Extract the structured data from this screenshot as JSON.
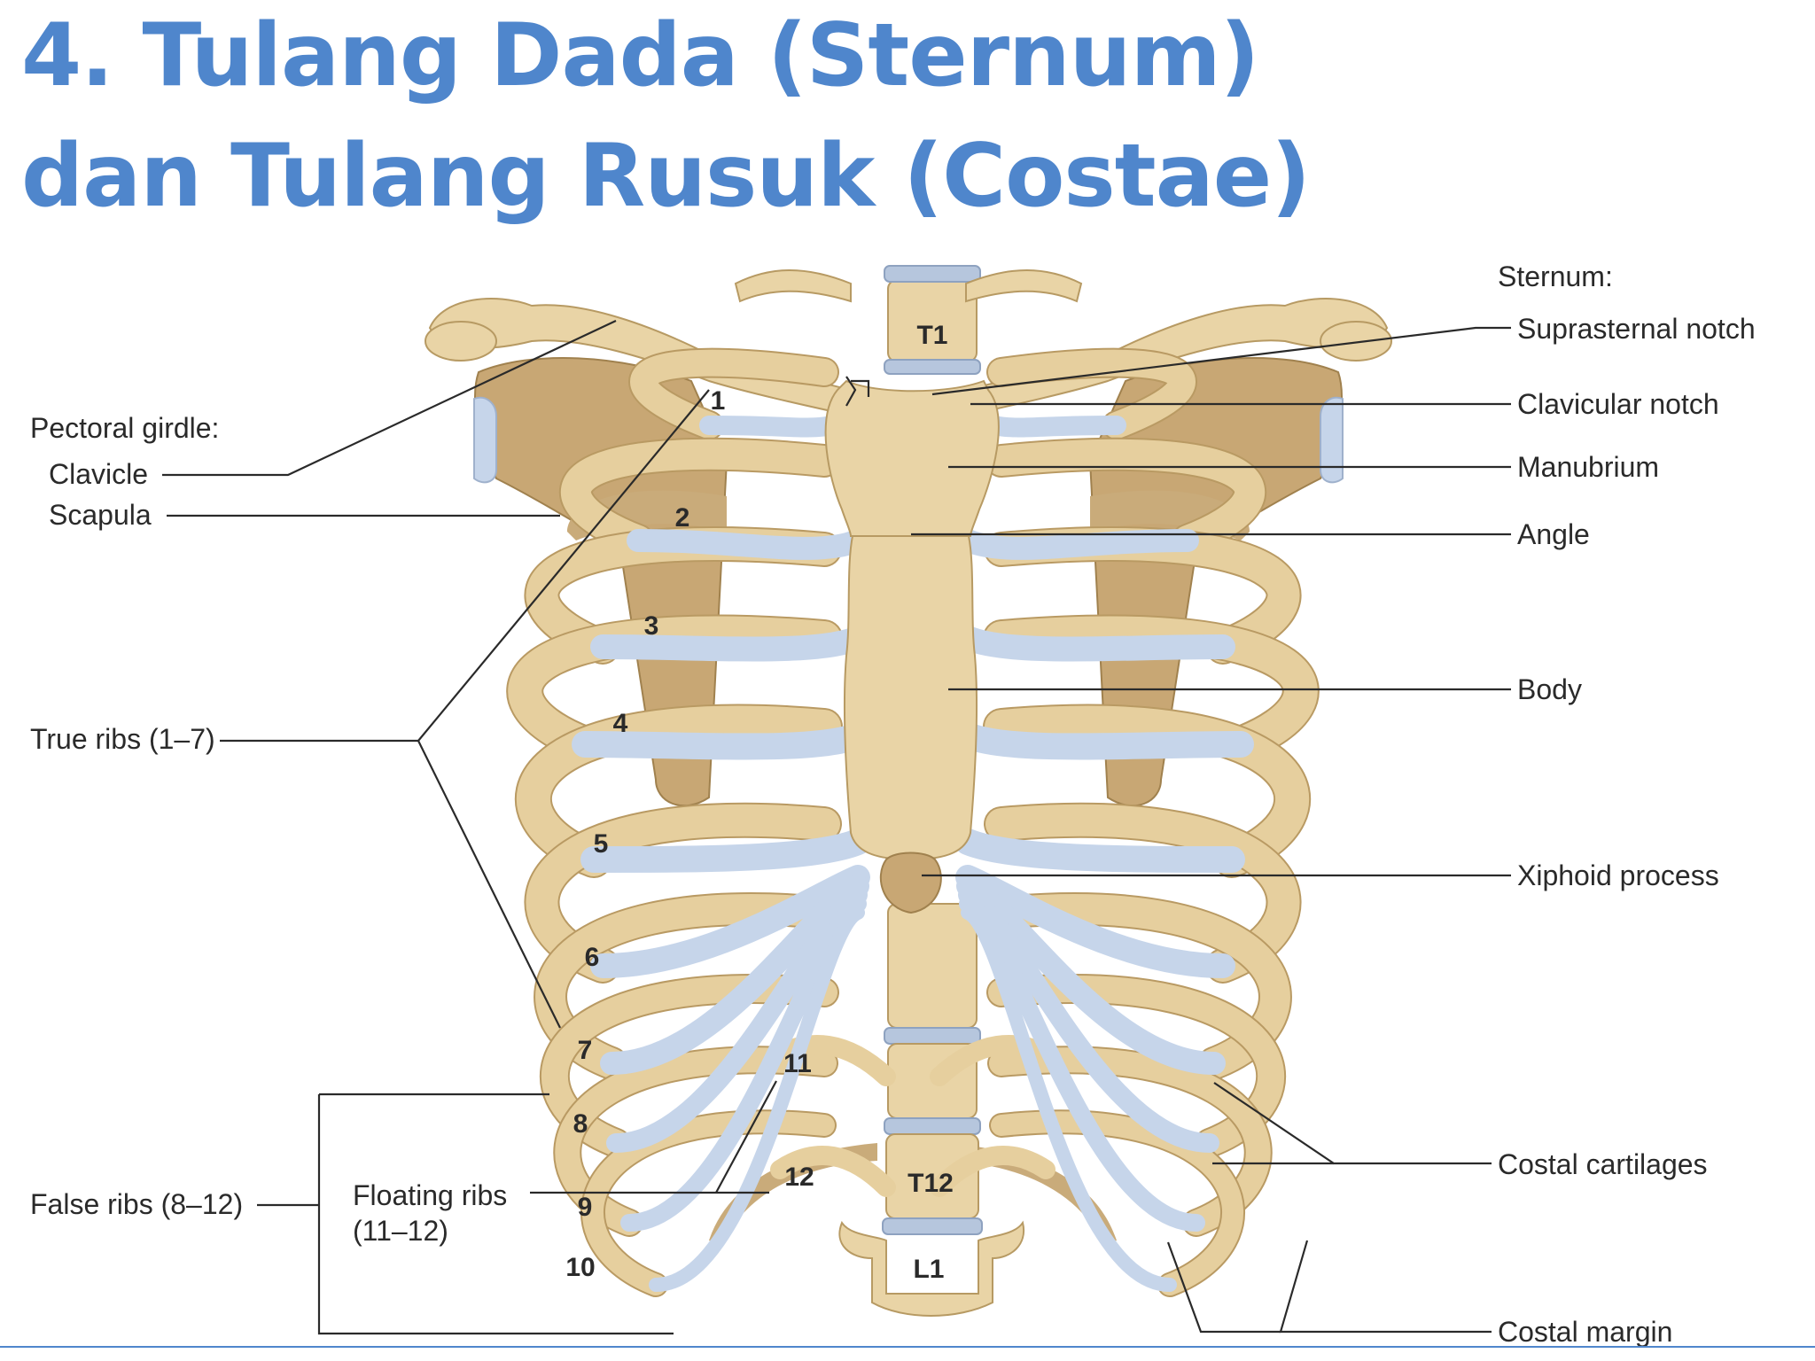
{
  "title": {
    "line1": "4. Tulang Dada (Sternum)",
    "line2": "dan Tulang Rusuk (Costae)"
  },
  "labels": {
    "sternum_heading": "Sternum:",
    "suprasternal_notch": "Suprasternal notch",
    "clavicular_notch": "Clavicular notch",
    "manubrium": "Manubrium",
    "angle": "Angle",
    "body": "Body",
    "xiphoid_process": "Xiphoid process",
    "costal_cartilages": "Costal cartilages",
    "costal_margin": "Costal margin",
    "pectoral_girdle": "Pectoral girdle:",
    "clavicle": "Clavicle",
    "scapula": "Scapula",
    "true_ribs": "True ribs (1–7)",
    "false_ribs": "False ribs (8–12)",
    "floating_ribs_line1": "Floating ribs",
    "floating_ribs_line2": "(11–12)"
  },
  "vertebrae": {
    "t1": "T1",
    "t12": "T12",
    "l1": "L1"
  },
  "rib_numbers": [
    "1",
    "2",
    "3",
    "4",
    "5",
    "6",
    "7",
    "8",
    "9",
    "10",
    "11",
    "12"
  ],
  "colors": {
    "title": "#4f86cc",
    "bone": "#e9d4a6",
    "cartilage": "#c6d5ea",
    "text": "#2a2a2a"
  }
}
